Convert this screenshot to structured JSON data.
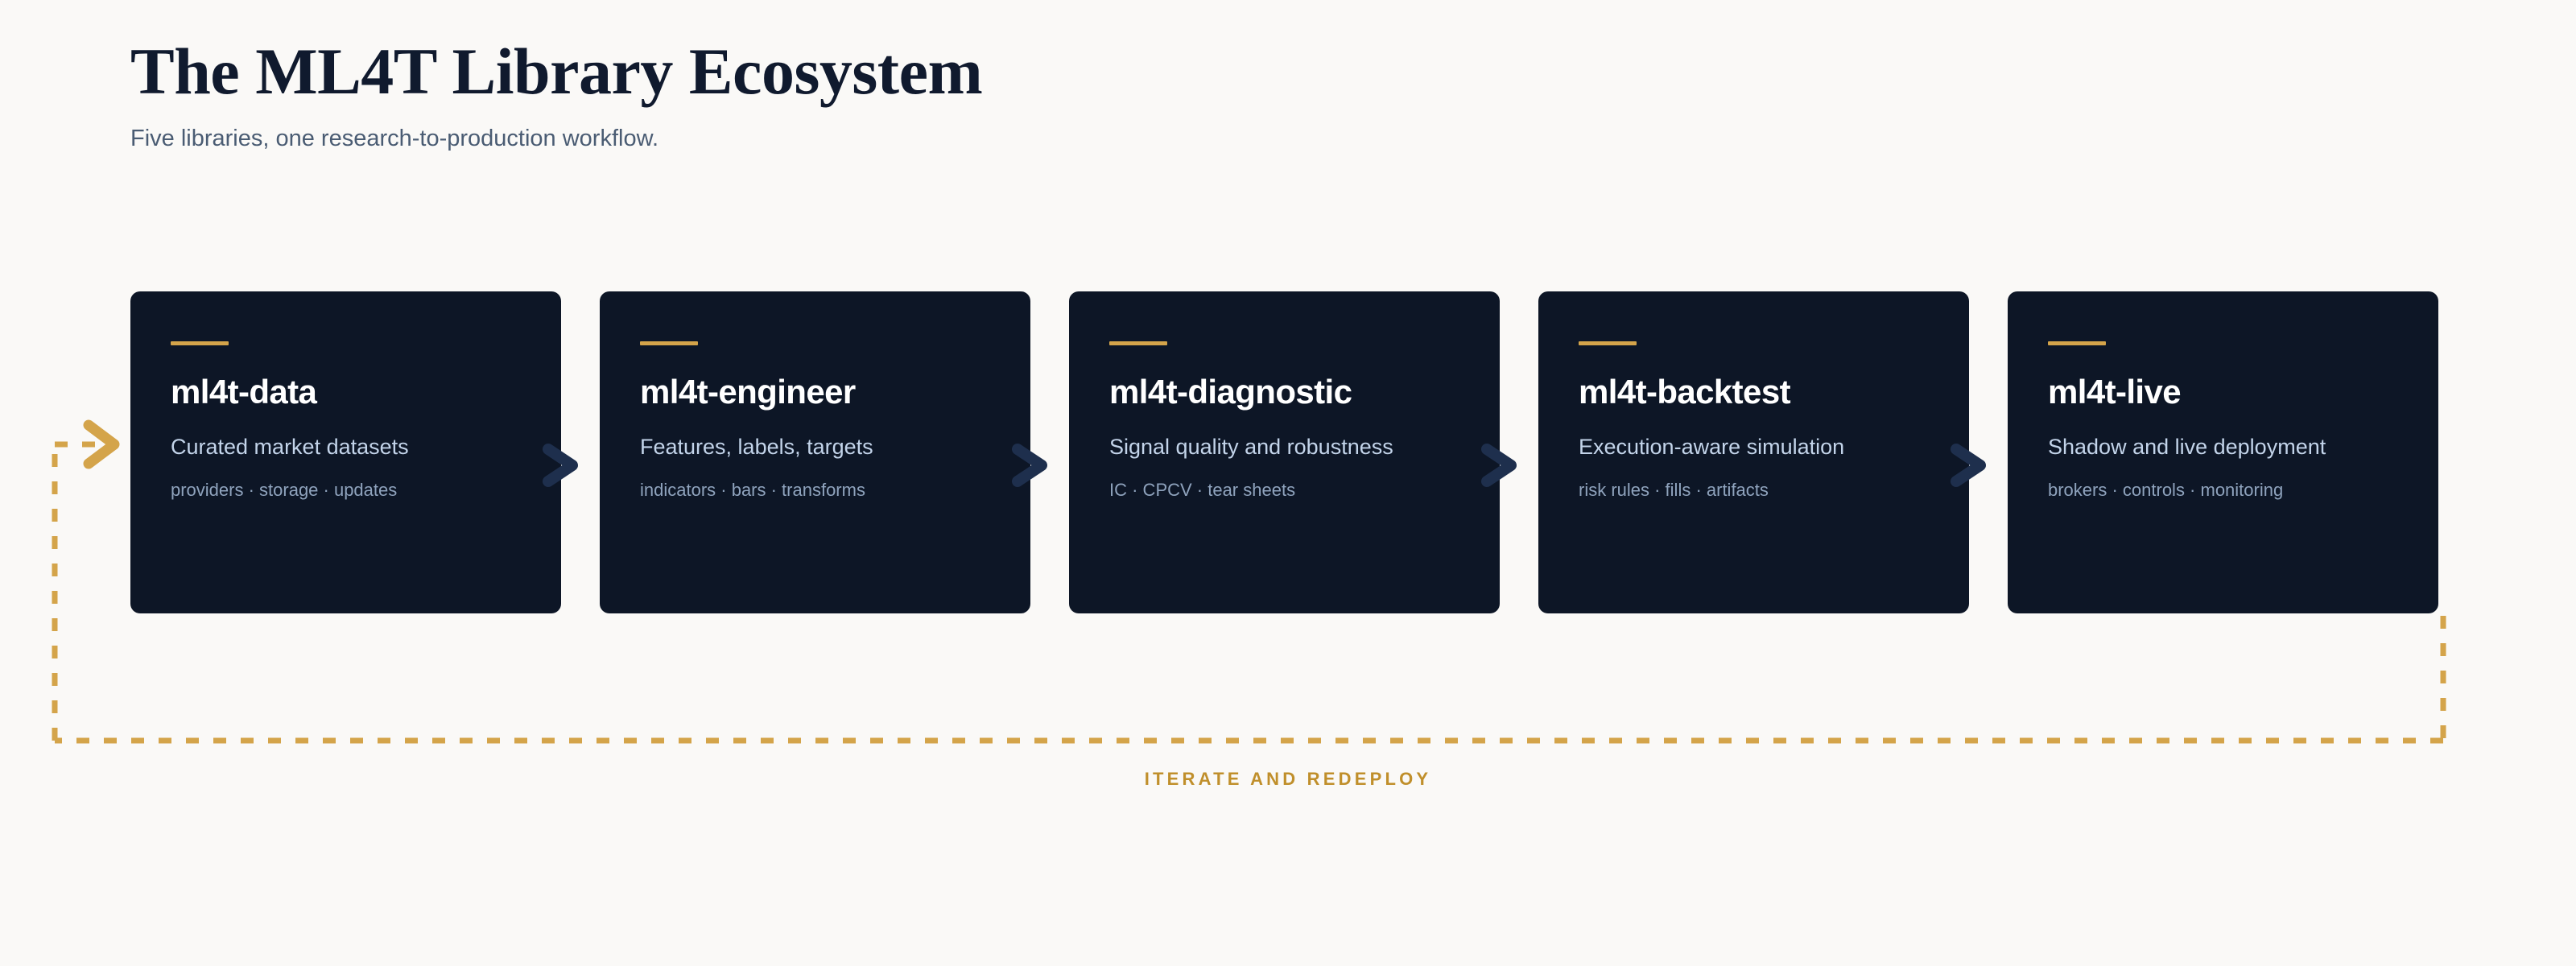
{
  "header": {
    "title": "The ML4T Library Ecosystem",
    "subtitle": "Five libraries, one research-to-production workflow."
  },
  "colors": {
    "background": "#faf9f7",
    "card_background": "#0d1626",
    "accent_gold": "#d4a44a",
    "loop_gold": "#c08f2b",
    "chevron_navy": "#1e2f4d",
    "title_navy": "#101a2e",
    "subtitle_slate": "#4a5c73",
    "card_desc": "#c3d4ea",
    "card_tags": "#8fa3bd"
  },
  "pipeline": {
    "cards": [
      {
        "name": "ml4t-data",
        "description": "Curated market datasets",
        "tags": "providers · storage · updates"
      },
      {
        "name": "ml4t-engineer",
        "description": "Features, labels, targets",
        "tags": "indicators · bars · transforms"
      },
      {
        "name": "ml4t-diagnostic",
        "description": "Signal quality and robustness",
        "tags": "IC · CPCV · tear sheets"
      },
      {
        "name": "ml4t-backtest",
        "description": "Execution-aware simulation",
        "tags": "risk rules · fills · artifacts"
      },
      {
        "name": "ml4t-live",
        "description": "Shadow and live deployment",
        "tags": "brokers · controls · monitoring"
      }
    ],
    "connector_icon": "chevron-right-icon",
    "connector_count": 4
  },
  "feedback": {
    "label": "ITERATE AND REDEPLOY",
    "arrow_icon": "chevron-right-icon",
    "line_style": "dashed"
  }
}
